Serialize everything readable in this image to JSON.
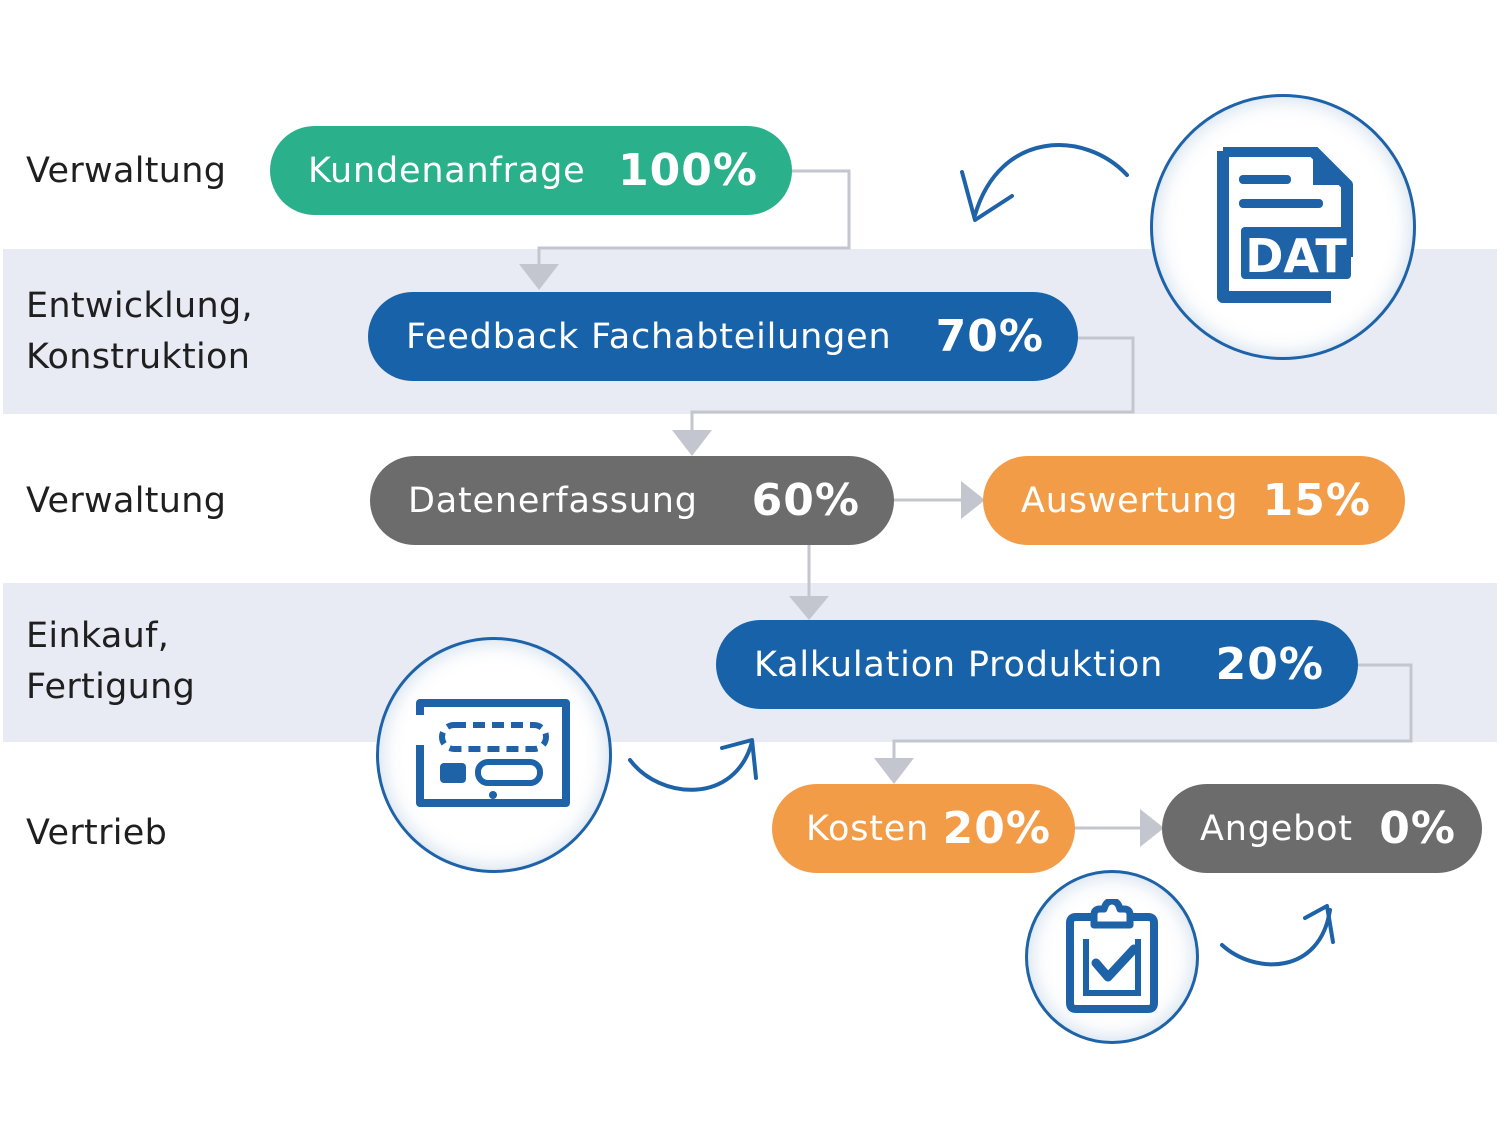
{
  "colors": {
    "band": "#e8ebf4",
    "green": "#2bb08c",
    "blue": "#1762a8",
    "gray": "#6c6c6c",
    "orange": "#f39c48",
    "connector": "#c3c6cf",
    "icon_blue": "#1e62a8"
  },
  "rows": [
    {
      "label": "Verwaltung"
    },
    {
      "label": "Entwicklung,\nKonstruktion"
    },
    {
      "label": "Verwaltung"
    },
    {
      "label": "Einkauf,\nFertigung"
    },
    {
      "label": "Vertrieb"
    }
  ],
  "steps": {
    "kundenanfrage": {
      "label": "Kundenanfrage",
      "percent": "100%"
    },
    "feedback": {
      "label": "Feedback Fachabteilungen",
      "percent": "70%"
    },
    "datenerfassung": {
      "label": "Datenerfassung",
      "percent": "60%"
    },
    "auswertung": {
      "label": "Auswertung",
      "percent": "15%"
    },
    "kalkulation": {
      "label": "Kalkulation Produktion",
      "percent": "20%"
    },
    "kosten": {
      "label": "Kosten",
      "percent": "20%"
    },
    "angebot": {
      "label": "Angebot",
      "percent": "0%"
    }
  },
  "icons": {
    "document": {
      "name": "dat-document-icon",
      "text": "DAT"
    },
    "tablet": {
      "name": "tablet-form-icon"
    },
    "clipboard": {
      "name": "clipboard-check-icon"
    }
  }
}
